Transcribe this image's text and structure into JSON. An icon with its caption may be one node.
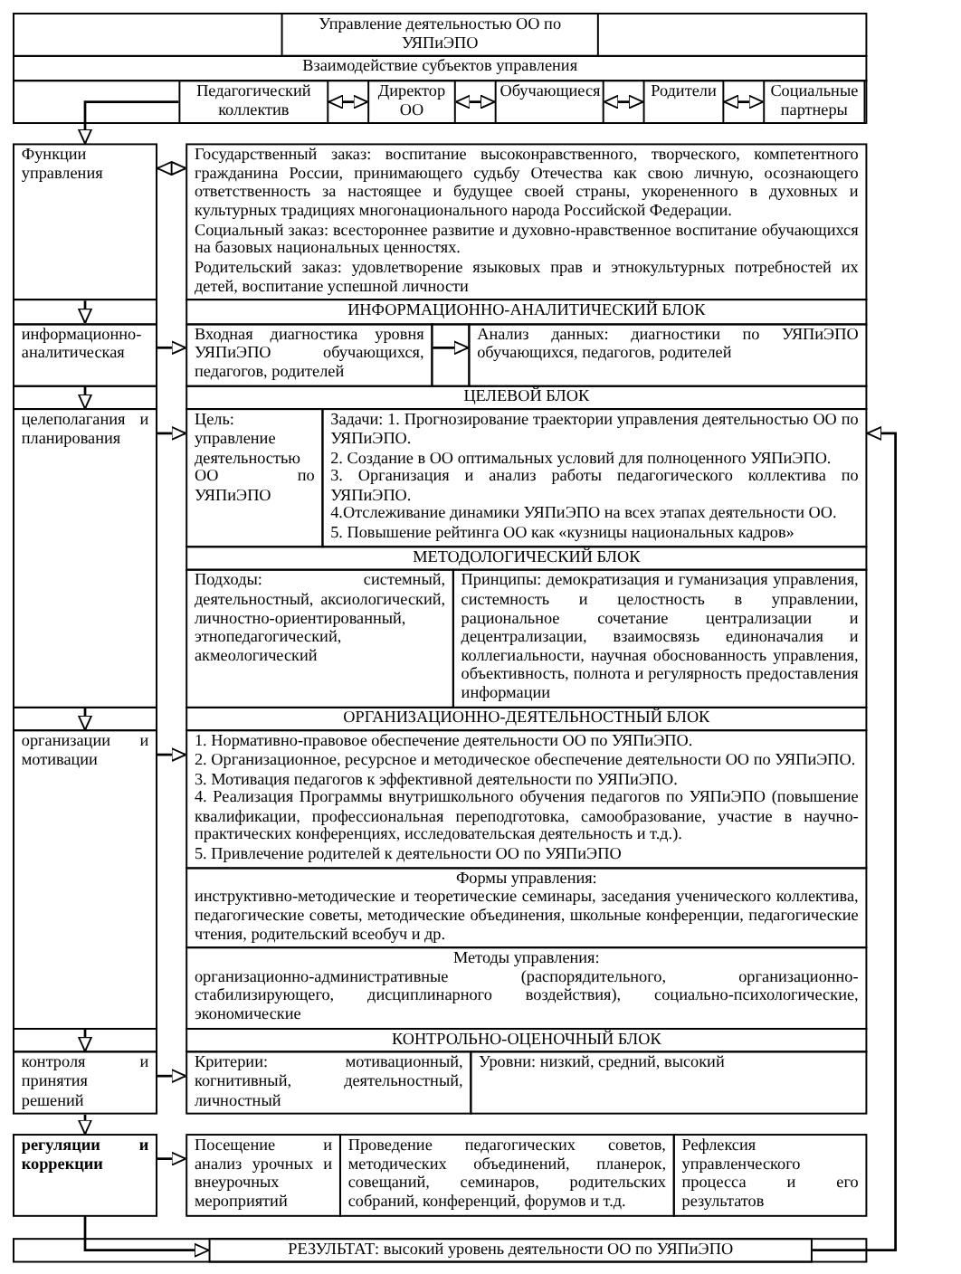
{
  "diagram": {
    "nodes": [
      {
        "text": [
          "Управление деятельностью ОО по УЯПиЭПО"
        ]
      },
      {
        "text": [
          "Взаимодействие субъектов управления"
        ]
      },
      {
        "text": [
          "Педагогический коллектив"
        ]
      },
      {
        "text": [
          "Директор ОО"
        ]
      },
      {
        "text": [
          "Обучающиеся"
        ]
      },
      {
        "text": [
          "Родители"
        ]
      },
      {
        "text": [
          "Социальные партнеры"
        ]
      },
      {
        "text": [
          "Функции управления"
        ]
      },
      {
        "text": [
          "Государственный заказ: воспитание высоконравственного, творческого, компетентного гражданина России, принимающего судьбу Отечества как свою личную, осознающего ответственность за настоящее и будущее своей страны, укорененного в духовных и культурных традициях многонационального народа Российской Федерации.",
          "Социальный заказ: всестороннее развитие и духовно-нравственное воспитание обучающихся на базовых национальных ценностях.",
          "Родительский заказ: удовлетворение языковых прав и этнокультурных потребностей их детей, воспитание успешной личности"
        ]
      },
      {
        "text": [
          "ИНФОРМАЦИОННО-АНАЛИТИЧЕСКИЙ БЛОК"
        ]
      },
      {
        "text": [
          "информационно-аналитическая"
        ]
      },
      {
        "text": [
          "Входная диагностика уровня УЯПиЭПО обучающихся, педагогов, родителей"
        ]
      },
      {
        "text": [
          "Анализ данных: диагностики по УЯПиЭПО обучающихся, педагогов, родителей"
        ]
      },
      {
        "text": [
          "ЦЕЛЕВОЙ БЛОК"
        ]
      },
      {
        "text": [
          "целеполагания и планирования"
        ]
      },
      {
        "text": [
          "Цель: управление деятельностью ОО по УЯПиЭПО"
        ]
      },
      {
        "text": [
          "Задачи: 1. Прогнозирование траектории управления деятельностью ОО по УЯПиЭПО.",
          "2. Создание в ОО оптимальных условий для полноценного УЯПиЭПО.",
          "3. Организация и анализ работы педагогического коллектива по УЯПиЭПО.",
          "4.Отслеживание динамики УЯПиЭПО на всех этапах деятельности ОО.",
          "5. Повышение рейтинга ОО как «кузницы национальных кадров»"
        ]
      },
      {
        "text": [
          "МЕТОДОЛОГИЧЕСКИЙ БЛОК"
        ]
      },
      {
        "text": [
          "Подходы: системный, деятельностный, аксиологический, личностно-ориентированный, этнопедагогический, акмеологический"
        ]
      },
      {
        "text": [
          "Принципы: демократизация и гуманизация управления, системность и целостность в управлении, рациональное сочетание централизации и децентрализации, взаимосвязь единоначалия и коллегиальности, научная обоснованность управления, объективность, полнота и регулярность предоставления информации"
        ]
      },
      {
        "text": [
          "ОРГАНИЗАЦИОННО-ДЕЯТЕЛЬНОСТНЫЙ БЛОК"
        ]
      },
      {
        "text": [
          "организации и мотивации"
        ]
      },
      {
        "text": [
          "1. Нормативно-правовое обеспечение деятельности ОО по УЯПиЭПО.",
          "2. Организационное, ресурсное и методическое обеспечение деятельности ОО по УЯПиЭПО.",
          "3. Мотивация педагогов к эффективной деятельности по УЯПиЭПО.",
          "4. Реализация Программы внутришкольного обучения педагогов по УЯПиЭПО (повышение квалификации, профессиональная переподготовка, самообразование, участие в научно-практических конференциях, исследовательская деятельность и т.д.).",
          "5. Привлечение родителей к деятельности ОО по УЯПиЭПО"
        ]
      },
      {
        "text": [
          "Формы управления:",
          "инструктивно-методические и теоретические семинары, заседания ученического коллектива, педагогические советы, методические объединения, школьные конференции, педагогические чтения, родительский всеобуч и др."
        ]
      },
      {
        "text": [
          "Методы управления:",
          "организационно-административные (распорядительного, организационно-стабилизирующего, дисциплинарного воздействия), социально-психологические, экономические"
        ]
      },
      {
        "text": [
          "КОНТРОЛЬНО-ОЦЕНОЧНЫЙ БЛОК"
        ]
      },
      {
        "text": [
          "контроля и принятия решений"
        ]
      },
      {
        "text": [
          "Критерии: мотивационный, когнитивный, деятельностный, личностный"
        ]
      },
      {
        "text": [
          "Уровни: низкий, средний, высокий"
        ]
      },
      {
        "text": [
          "регуляции и коррекции"
        ]
      },
      {
        "text": [
          "Посещение и анализ урочных и внеурочных мероприятий"
        ]
      },
      {
        "text": [
          "Проведение педагогических советов, методических объединений, планерок, совещаний, семинаров, родительских собраний, конференций, форумов и т.д."
        ]
      },
      {
        "text": [
          "Рефлексия управленческого процесса и его результатов"
        ]
      },
      {
        "text": [
          "РЕЗУЛЬТАТ: высокий уровень деятельности ОО по УЯПиЭПО"
        ]
      }
    ],
    "edges": [
      {
        "from": 2,
        "to": 7,
        "arrow": "to"
      },
      {
        "from": 2,
        "to": 3,
        "arrow": "both"
      },
      {
        "from": 3,
        "to": 4,
        "arrow": "both"
      },
      {
        "from": 4,
        "to": 5,
        "arrow": "both"
      },
      {
        "from": 5,
        "to": 6,
        "arrow": "both"
      },
      {
        "from": 7,
        "to": 8,
        "arrow": "both"
      },
      {
        "from": 7,
        "to": 10,
        "arrow": "to"
      },
      {
        "from": 10,
        "to": 11,
        "arrow": "to"
      },
      {
        "from": 11,
        "to": 12,
        "arrow": "to"
      },
      {
        "from": 10,
        "to": 14,
        "arrow": "to"
      },
      {
        "from": 14,
        "to": 15,
        "arrow": "to"
      },
      {
        "from": 14,
        "to": 21,
        "arrow": "to"
      },
      {
        "from": 21,
        "to": 22,
        "arrow": "to"
      },
      {
        "from": 21,
        "to": 26,
        "arrow": "to"
      },
      {
        "from": 26,
        "to": 27,
        "arrow": "to"
      },
      {
        "from": 26,
        "to": 29,
        "arrow": "to"
      },
      {
        "from": 29,
        "to": 30,
        "arrow": "to"
      },
      {
        "from": 29,
        "to": 33,
        "arrow": "to"
      },
      {
        "from": 33,
        "to": 16,
        "arrow": "to"
      }
    ]
  }
}
